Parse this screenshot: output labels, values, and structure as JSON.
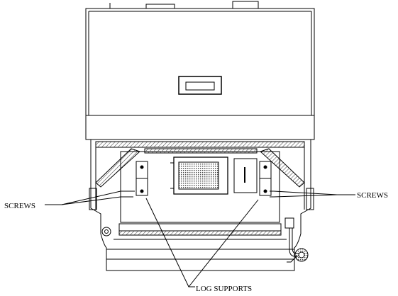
{
  "labels": {
    "screws_left": "SCREWS",
    "screws_right": "SCREWS",
    "log_supports": "LOG SUPPORTS"
  },
  "colors": {
    "line": "#000000",
    "hatch": "#555555",
    "background": "#ffffff"
  }
}
